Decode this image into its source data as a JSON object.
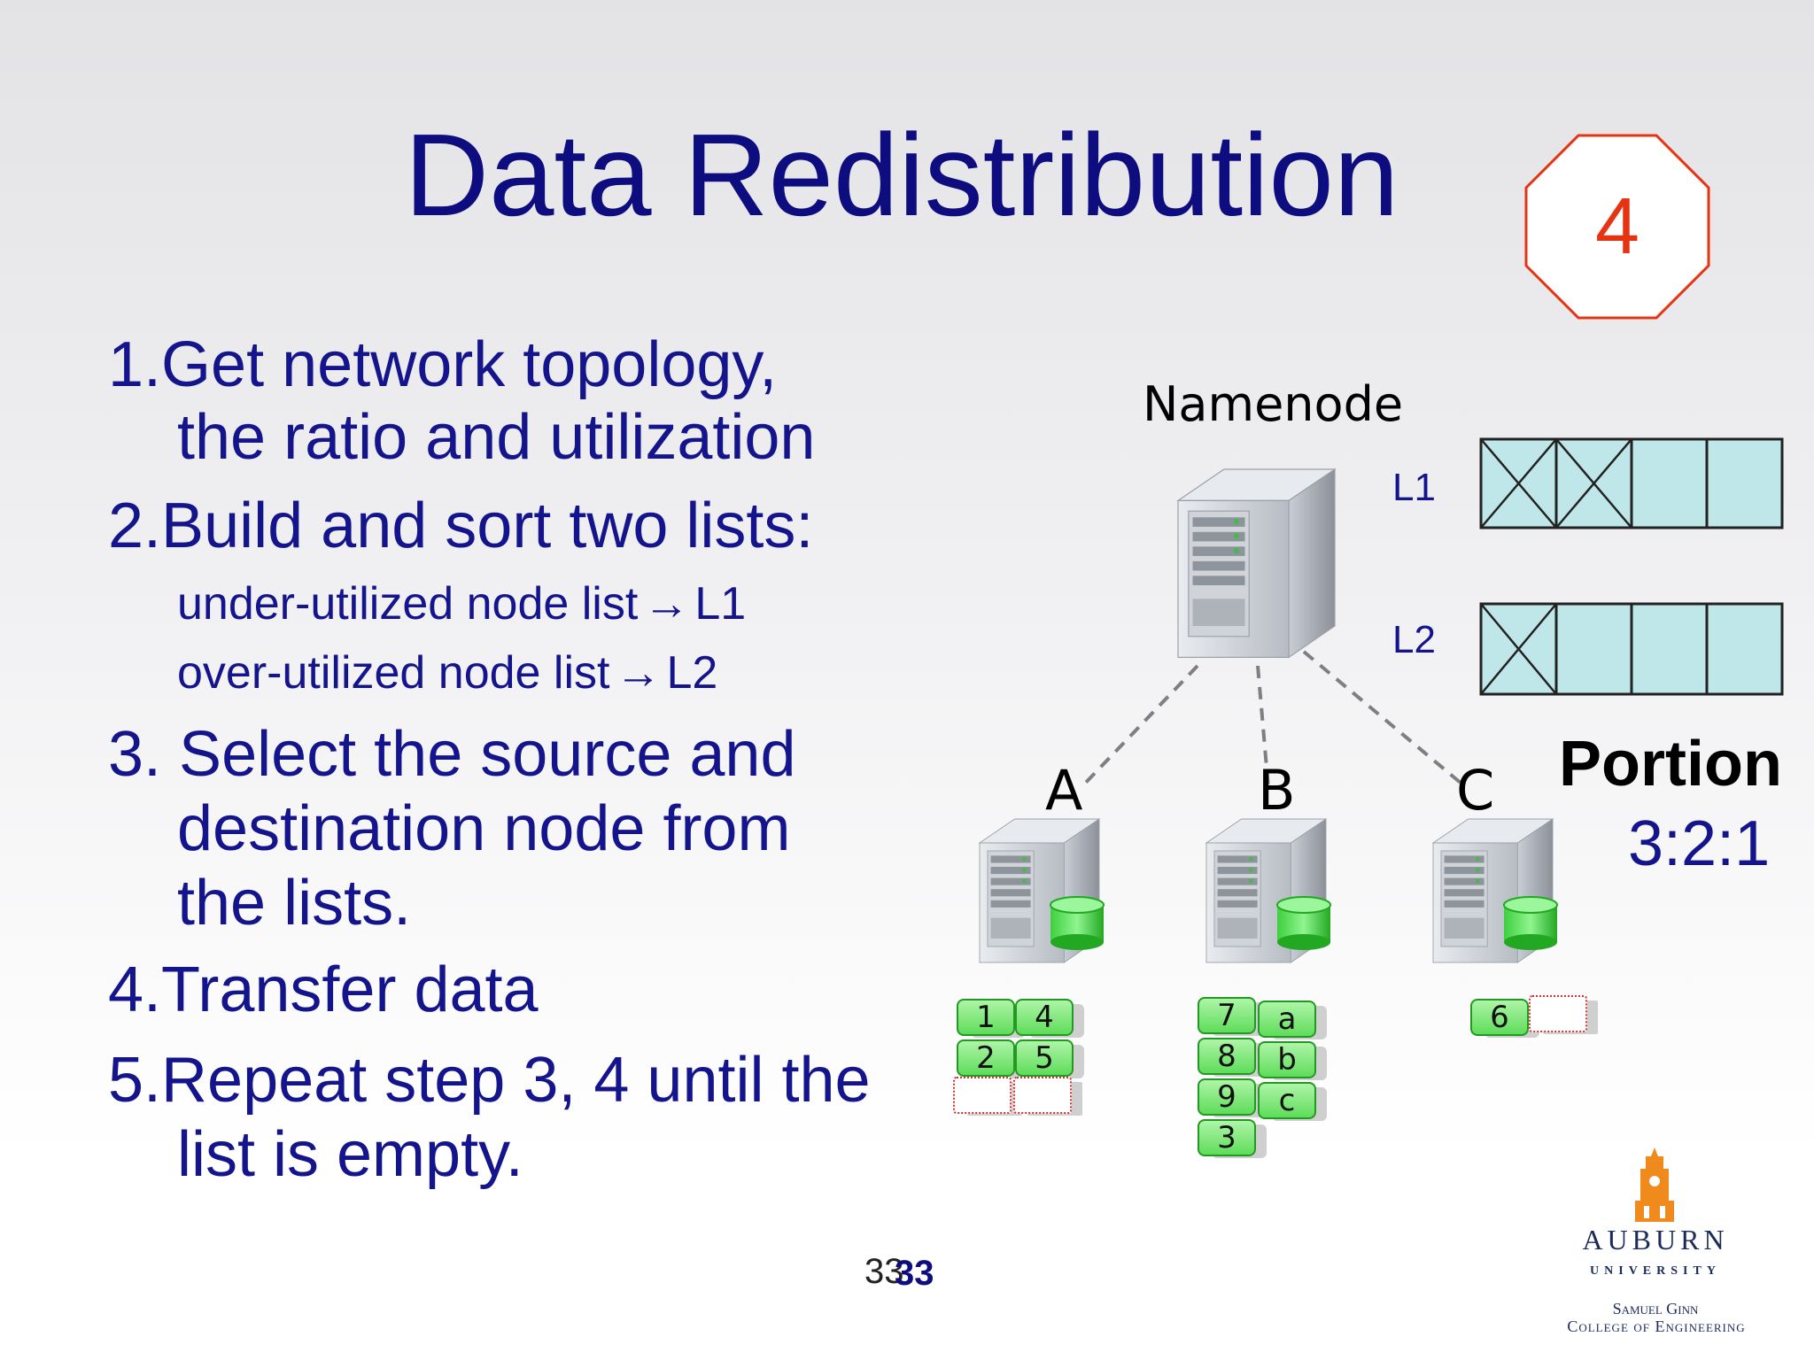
{
  "slide": {
    "title": "Data Redistribution",
    "step_badge": "4",
    "slide_number_back": "33",
    "slide_number_front": "33"
  },
  "steps": {
    "s1_line1": "1.Get network topology,",
    "s1_line2": "the ratio and utilization",
    "s2_line1": "2.Build and sort two lists:",
    "s2_sub1_text": "under-utilized node list",
    "s2_sub1_target": "L1",
    "s2_sub2_text": "over-utilized node list",
    "s2_sub2_target": "L2",
    "s3_line1": "3. Select the source and",
    "s3_line2": "destination node from",
    "s3_line3": "the lists.",
    "s4_line1": "4.Transfer data",
    "s5_line1": "5.Repeat step 3, 4 until the",
    "s5_line2": "list is empty."
  },
  "diagram": {
    "namenode_label": "Namenode",
    "list1_label": "L1",
    "list2_label": "L2",
    "list1_crossed": [
      true,
      true,
      false,
      false
    ],
    "list2_crossed": [
      true,
      false,
      false,
      false
    ],
    "node_labels": [
      "A",
      "B",
      "C"
    ],
    "node_a_blocks": [
      "1",
      "4",
      "2",
      "5"
    ],
    "node_b_blocks": [
      "7",
      "a",
      "8",
      "b",
      "9",
      "c",
      "3"
    ],
    "node_c_blocks": [
      "6"
    ],
    "portion_title": "Portion",
    "portion_ratio": "3:2:1",
    "colors": {
      "list_fill": "#bfe6e8",
      "block_green": "#5fdc5a",
      "badge_red": "#e63312",
      "title_blue": "#0d0d80"
    }
  },
  "logo": {
    "name": "AUBURN",
    "sub": "UNIVERSITY",
    "college1": "Samuel Ginn",
    "college2": "College of Engineering"
  }
}
